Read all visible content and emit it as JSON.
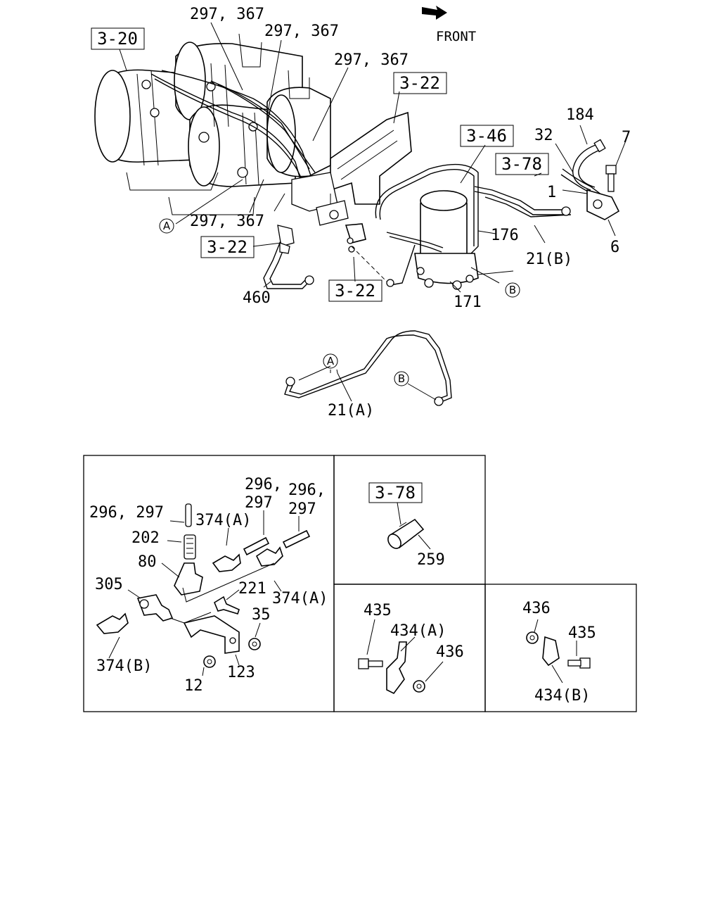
{
  "front_label": "FRONT",
  "refs": {
    "r1": "3-20",
    "r2": "3-22",
    "r3": "3-46",
    "r4": "3-78",
    "r5": "3-22",
    "r6": "3-22",
    "r7": "3-78"
  },
  "labels": {
    "l297_367_a": "297, 367",
    "l297_367_b": "297, 367",
    "l297_367_c": "297, 367",
    "l297_367_d": "297, 367",
    "l184": "184",
    "l32": "32",
    "l7": "7",
    "l1": "1",
    "l6": "6",
    "l176": "176",
    "l21b": "21(B)",
    "l171": "171",
    "l460": "460",
    "l21a": "21(A)",
    "d1_296_297": "296, 297",
    "d1_374a_1": "374(A)",
    "d1_296_297_b1": "296,",
    "d1_296_297_b2": "297",
    "d1_296_297_c1": "296,",
    "d1_296_297_c2": "297",
    "d1_202": "202",
    "d1_80": "80",
    "d1_305": "305",
    "d1_221": "221",
    "d1_374a_2": "374(A)",
    "d1_35": "35",
    "d1_374b": "374(B)",
    "d1_12": "12",
    "d1_123": "123",
    "d2_259": "259",
    "d3_435": "435",
    "d3_434a": "434(A)",
    "d3_436": "436",
    "d4_436": "436",
    "d4_435": "435",
    "d4_434b": "434(B)"
  },
  "circle_markers": {
    "a_top": "A",
    "b_top": "B",
    "a_pipe": "A",
    "b_pipe": "B"
  }
}
